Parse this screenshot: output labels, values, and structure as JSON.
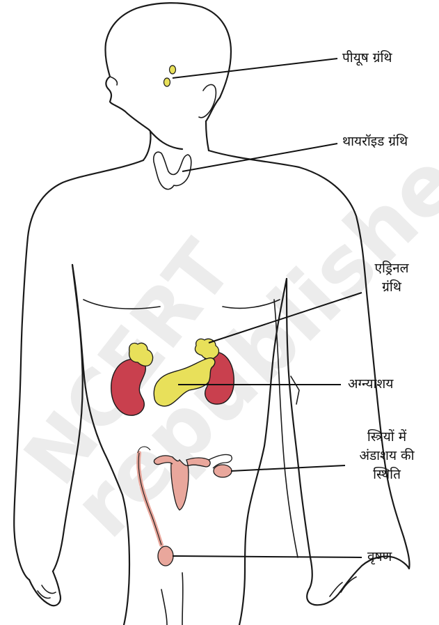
{
  "watermark": {
    "text_1": "NCERT",
    "text_2": "republished"
  },
  "labels": {
    "pituitary": "पीयूष ग्रंथि",
    "thyroid": "थायरॉइड ग्रंथि",
    "adrenal": [
      "एड्रिनल",
      "ग्रंथि"
    ],
    "pancreas": "अग्न्याशय",
    "ovary": [
      "स्त्रियों में",
      "अंडाशय की",
      "स्थिति"
    ],
    "testis": "वृषण"
  },
  "colors": {
    "outline": "#1a1a1a",
    "gland_yellow": "#e8e05a",
    "kidney_red": "#c9404e",
    "reproductive_pink": "#e9a79c",
    "watermark": "#ececec"
  }
}
